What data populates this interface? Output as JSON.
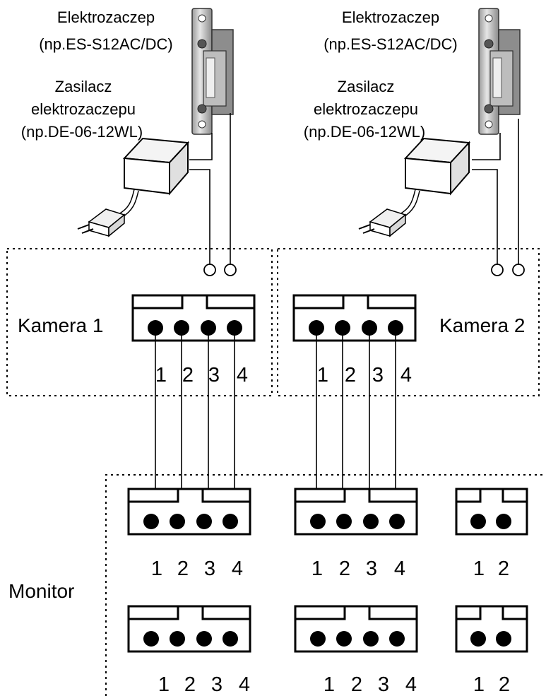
{
  "strike_label_1": "Elektrozaczep",
  "strike_label_2": "(np.ES-S12AC/DC)",
  "psu_label_1": "Zasilacz",
  "psu_label_2": "elektrozaczepu",
  "psu_label_3": "(np.DE-06-12WL)",
  "camera1_label": "Kamera 1",
  "camera2_label": "Kamera 2",
  "monitor_label": "Monitor",
  "pins4": [
    "1",
    "2",
    "3",
    "4"
  ],
  "pins2": [
    "1",
    "2"
  ]
}
